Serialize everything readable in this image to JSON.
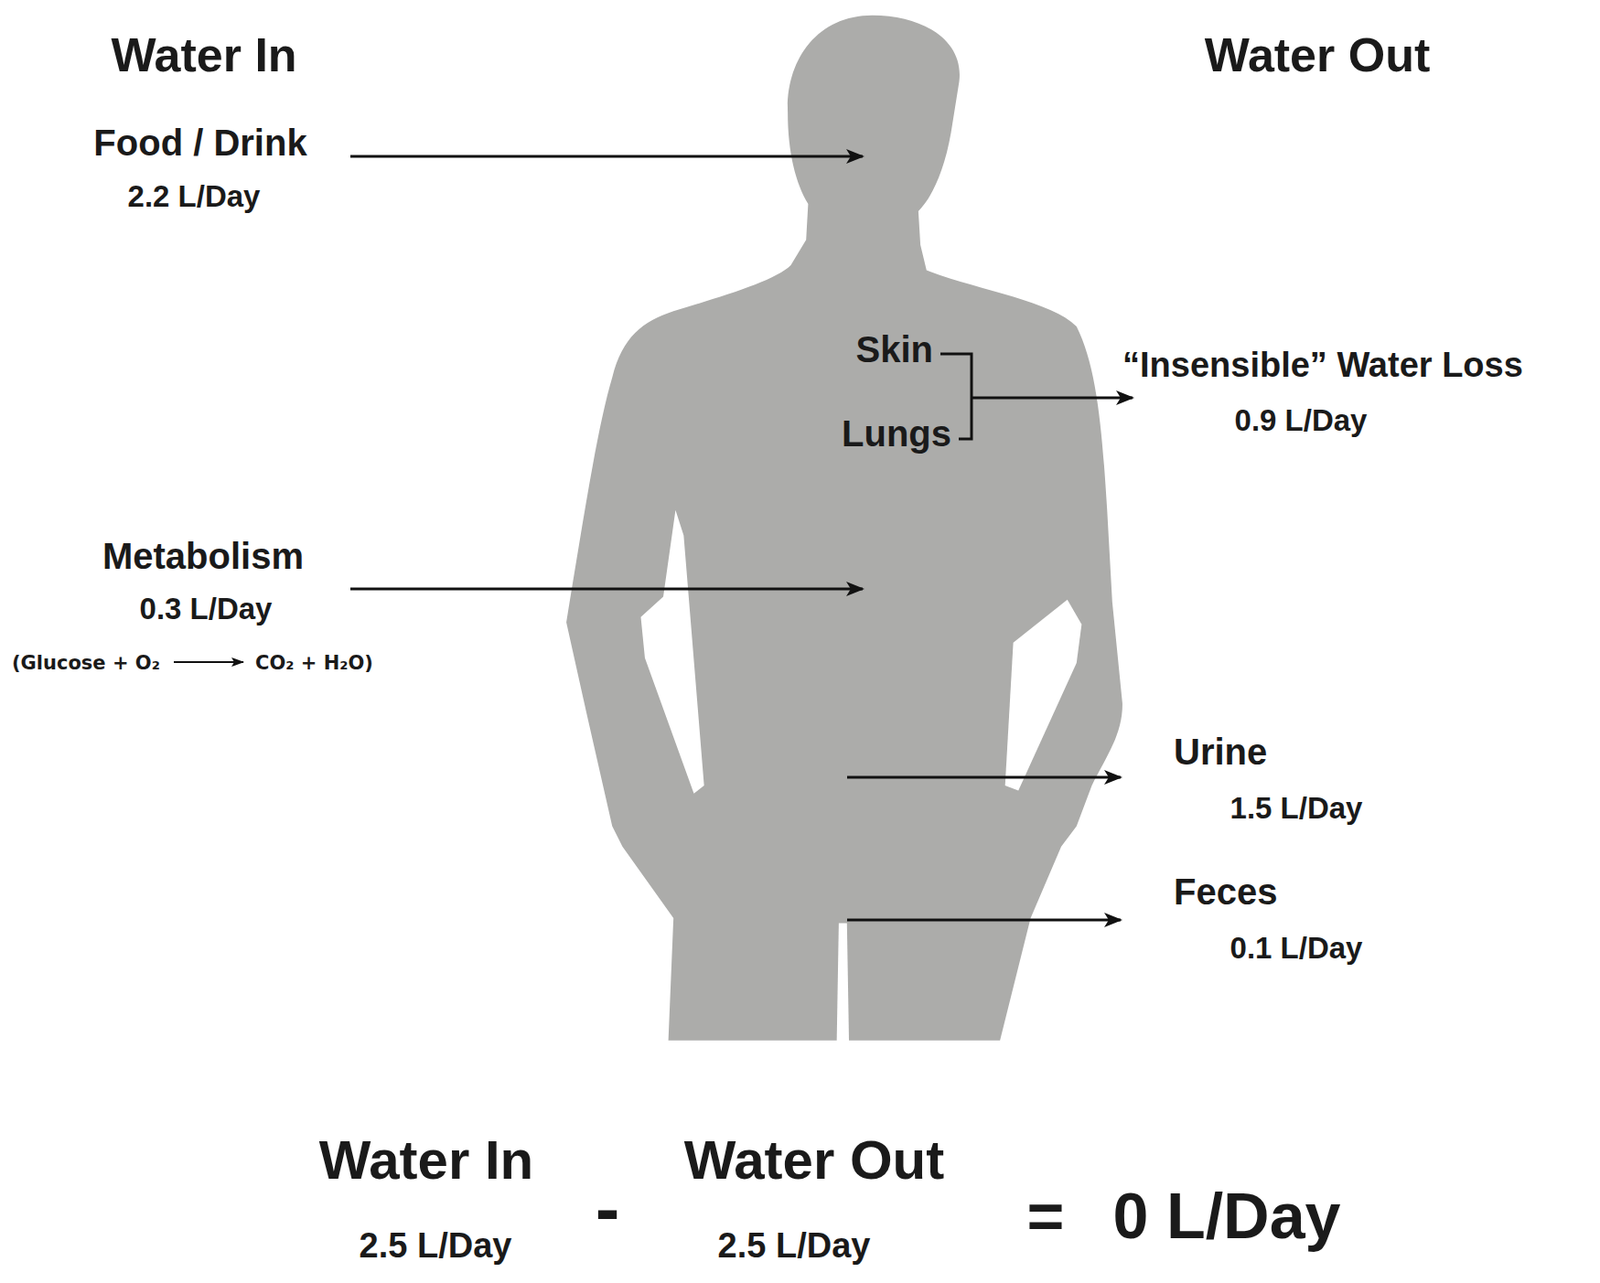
{
  "diagram": {
    "labels": [
      "Water In",
      "Water Out",
      "Food / Drink",
      "2.2 L/Day",
      "Skin",
      "Lungs",
      "“Insensible” Water Loss",
      "0.9 L/Day",
      "Metabolism",
      "0.3 L/Day",
      "(Glucose + O₂",
      "CO₂ + H₂O)",
      "Urine",
      "1.5 L/Day",
      "Feces",
      "0.1 L/Day",
      "Water In",
      "-",
      "Water Out",
      "=",
      "0 L/Day",
      "2.5 L/Day",
      "2.5 L/Day"
    ]
  }
}
